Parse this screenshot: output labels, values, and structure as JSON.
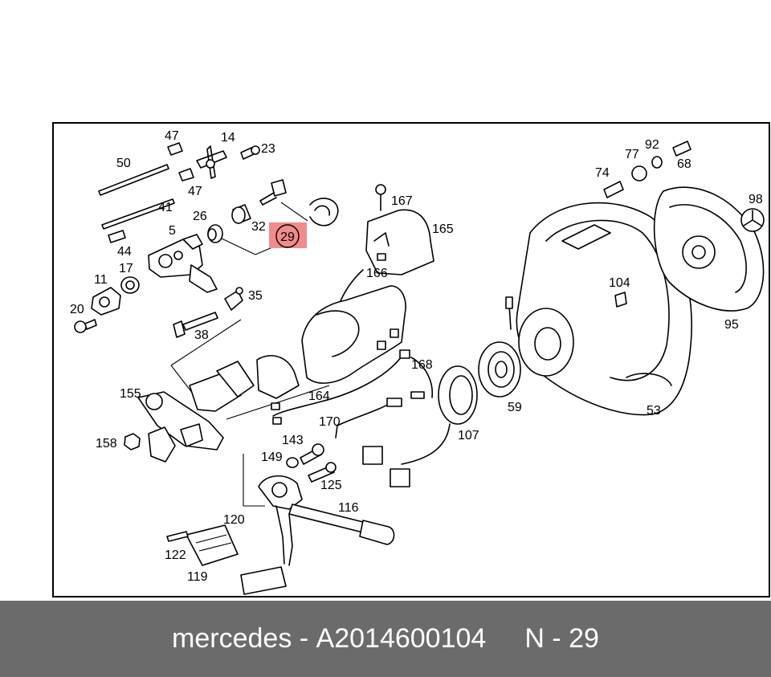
{
  "colors": {
    "footer_bg": "#6b6b6b",
    "footer_text": "#ffffff",
    "highlight": "#f08c8c",
    "line": "#000000"
  },
  "diagram": {
    "highlighted_label": "29",
    "labels": {
      "l47a": "47",
      "l14": "14",
      "l23": "23",
      "l50": "50",
      "l47b": "47",
      "l41": "41",
      "l26": "26",
      "l32": "32",
      "l44": "44",
      "l5": "5",
      "l17": "17",
      "l11": "11",
      "l20": "20",
      "l35": "35",
      "l38": "38",
      "l167": "167",
      "l165": "165",
      "l166": "166",
      "l164": "164",
      "l168": "168",
      "l170": "170",
      "l155": "155",
      "l158": "158",
      "l143": "143",
      "l149": "149",
      "l125": "125",
      "l120": "120",
      "l116": "116",
      "l122": "122",
      "l119": "119",
      "l107": "107",
      "l59": "59",
      "l53": "53",
      "l104": "104",
      "l74": "74",
      "l77": "77",
      "l92": "92",
      "l68": "68",
      "l98": "98",
      "l95": "95"
    }
  },
  "footer": {
    "brand": "mercedes",
    "separator": " - ",
    "part_number": "A2014600104",
    "position_prefix": "N - ",
    "position": "29"
  }
}
